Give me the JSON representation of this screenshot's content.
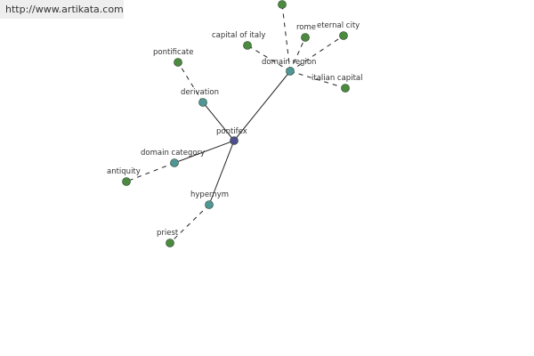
{
  "watermark": "http://www.artikata.com",
  "colors": {
    "center": "#4f4f8f",
    "relation": "#4f9797",
    "term": "#4c8a40",
    "edge": "#222222"
  },
  "graph": {
    "nodes": [
      {
        "id": "pontifex",
        "label": "pontifex",
        "kind": "center"
      },
      {
        "id": "derivation",
        "label": "derivation",
        "kind": "relation"
      },
      {
        "id": "domain-region",
        "label": "domain region",
        "kind": "relation"
      },
      {
        "id": "domain-category",
        "label": "domain category",
        "kind": "relation"
      },
      {
        "id": "hypernym",
        "label": "hypernym",
        "kind": "relation"
      },
      {
        "id": "pontificate",
        "label": "pontificate",
        "kind": "term"
      },
      {
        "id": "capital-of-italy",
        "label": "capital of italy",
        "kind": "term"
      },
      {
        "id": "rome",
        "label": "rome",
        "kind": "term"
      },
      {
        "id": "eternal-city",
        "label": "eternal city",
        "kind": "term"
      },
      {
        "id": "italian-capital",
        "label": "italian capital",
        "kind": "term"
      },
      {
        "id": "unlabeled-term",
        "label": "",
        "kind": "term"
      },
      {
        "id": "antiquity",
        "label": "antiquity",
        "kind": "term"
      },
      {
        "id": "priest",
        "label": "priest",
        "kind": "term"
      }
    ],
    "edges": [
      {
        "from": "pontifex",
        "to": "derivation",
        "style": "solid"
      },
      {
        "from": "pontifex",
        "to": "domain-region",
        "style": "solid"
      },
      {
        "from": "pontifex",
        "to": "domain-category",
        "style": "solid"
      },
      {
        "from": "pontifex",
        "to": "hypernym",
        "style": "solid"
      },
      {
        "from": "derivation",
        "to": "pontificate",
        "style": "dashed"
      },
      {
        "from": "domain-region",
        "to": "capital-of-italy",
        "style": "dashed"
      },
      {
        "from": "domain-region",
        "to": "rome",
        "style": "dashed"
      },
      {
        "from": "domain-region",
        "to": "eternal-city",
        "style": "dashed"
      },
      {
        "from": "domain-region",
        "to": "italian-capital",
        "style": "dashed"
      },
      {
        "from": "domain-region",
        "to": "unlabeled-term",
        "style": "dashed"
      },
      {
        "from": "domain-category",
        "to": "antiquity",
        "style": "dashed"
      },
      {
        "from": "hypernym",
        "to": "priest",
        "style": "dashed"
      }
    ]
  }
}
